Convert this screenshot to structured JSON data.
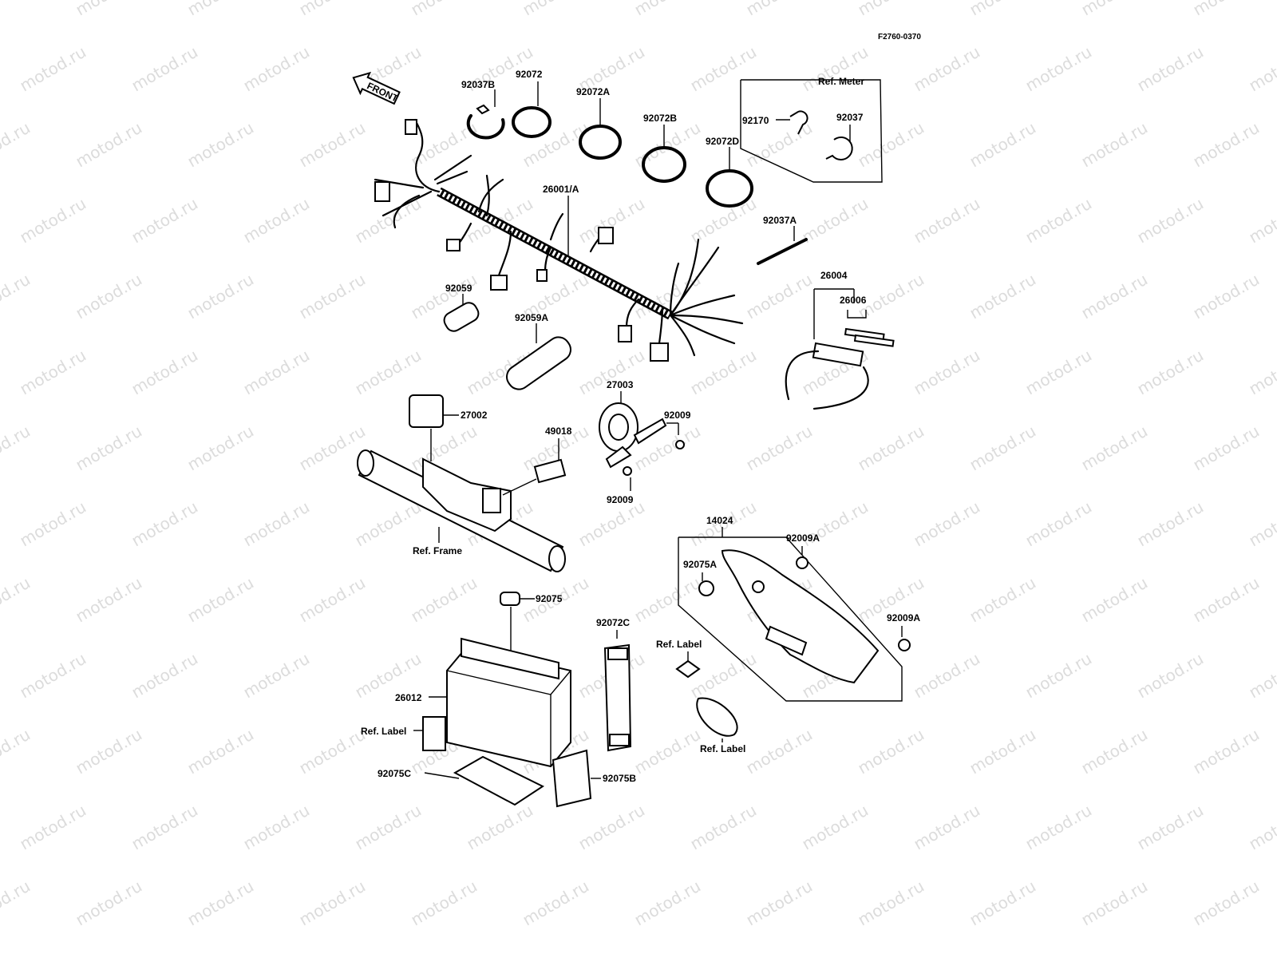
{
  "diagram": {
    "drawing_code": "F2760-0370",
    "front_arrow": "FRONT",
    "watermark": "motod.ru",
    "labels": {
      "p92037B": "92037B",
      "p92072": "92072",
      "p92072A": "92072A",
      "p92072B": "92072B",
      "p92072D": "92072D",
      "ref_meter": "Ref. Meter",
      "p92170": "92170",
      "p92037": "92037",
      "p26001A": "26001/A",
      "p92037A": "92037A",
      "p26004": "26004",
      "p26006": "26006",
      "p92059": "92059",
      "p92059A": "92059A",
      "p27002": "27002",
      "p49018": "49018",
      "p27003": "27003",
      "p92009_a": "92009",
      "p92009_b": "92009",
      "ref_frame": "Ref. Frame",
      "p14024": "14024",
      "p92009A_a": "92009A",
      "p92075A": "92075A",
      "p92009A_b": "92009A",
      "p92075": "92075",
      "p92072C": "92072C",
      "ref_label_a": "Ref. Label",
      "p26012": "26012",
      "ref_label_b": "Ref. Label",
      "ref_label_c": "Ref. Label",
      "p92075C": "92075C",
      "p92075B": "92075B"
    }
  }
}
